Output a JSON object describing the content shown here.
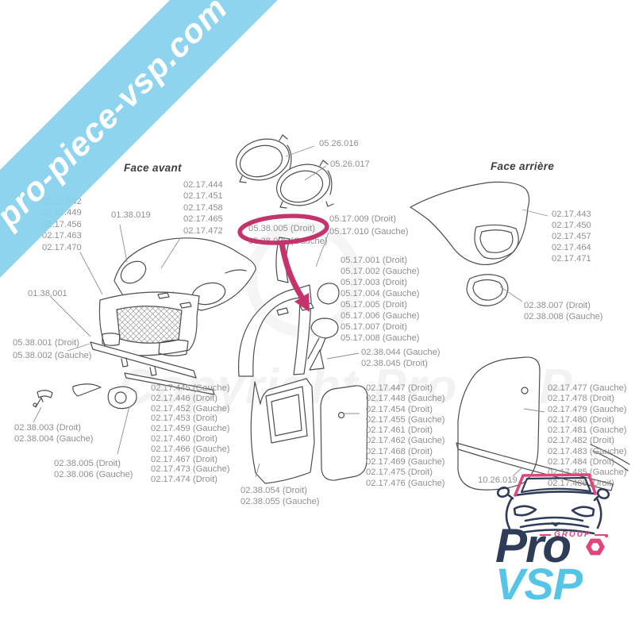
{
  "watermark": {
    "ribbon_text": "pro-piece-vsp.com",
    "copyright_text": "Copyright Pro VSP"
  },
  "colors": {
    "ribbon_blue": "#85d1ed",
    "highlight_pink": "#c5336d",
    "label_gray": "#8f8f8f",
    "line_gray": "#4d4d4d",
    "logo_navy": "#2e3c58",
    "logo_cyan": "#55c5e7",
    "logo_pink": "#e0457b"
  },
  "sections": {
    "front_label": "Face avant",
    "rear_label": "Face arrière"
  },
  "highlight": {
    "line1": "05.38.005 (Droit)",
    "line2": "05.38.006 (Gauche)"
  },
  "logo": {
    "group": "GROUP",
    "pro": "Pro",
    "vsp": "VSP"
  },
  "groups": {
    "front_left": [
      "02.17.442",
      "02.17.449",
      "02.17.456",
      "02.17.463",
      "02.17.470"
    ],
    "hood": [
      "01.38.019"
    ],
    "front_mid": [
      "02.17.444",
      "02.17.451",
      "02.17.458",
      "02.17.465",
      "02.17.472"
    ],
    "headlight1": [
      "05.26.016"
    ],
    "headlight2": [
      "05.26.017"
    ],
    "pillar_top": [
      "05.17.009 (Droit)",
      "05.17.010 (Gauche)"
    ],
    "pillar_list": [
      "05.17.001 (Droit)",
      "05.17.002 (Gauche)",
      "05.17.003 (Droit)",
      "05.17.004 (Gauche)",
      "05.17.005 (Droit)",
      "05.17.006 (Gauche)",
      "05.17.007 (Droit)",
      "05.17.008 (Gauche)"
    ],
    "bumper": [
      "01.38.001"
    ],
    "bumper_strip": [
      "05.38.001 (Droit)",
      "05.38.002 (Gauche)"
    ],
    "clip_a": [
      "02.38.003 (Droit)",
      "02.38.004 (Gauche)"
    ],
    "clip_b": [
      "02.38.005 (Droit)",
      "02.38.006 (Gauche)"
    ],
    "door_left_list": [
      "02.17.445 (Gauche)",
      "02.17.446 (Droit)",
      "02.17.452 (Gauche)",
      "02.17.453 (Droit)",
      "02.17.459 (Gauche)",
      "02.17.460 (Droit)",
      "02.17.466 (Gauche)",
      "02.17.467 (Droit)",
      "02.17.473 (Gauche)",
      "02.17.474 (Droit)"
    ],
    "door_small": [
      "02.38.044 (Gauche)",
      "02.38.045 (Droit)"
    ],
    "door_bottom": [
      "02.38.054 (Droit)",
      "02.38.055 (Gauche)"
    ],
    "door_mid_list": [
      "02.17.447 (Droit)",
      "02.17.448 (Gauche)",
      "02.17.454 (Droit)",
      "02.17.455 (Gauche)",
      "02.17.461 (Droit)",
      "02.17.462 (Gauche)",
      "02.17.468 (Droit)",
      "02.17.469 (Gauche)",
      "02.17.475 (Droit)",
      "02.17.476 (Gauche)"
    ],
    "rear_right": [
      "02.17.443",
      "02.17.450",
      "02.17.457",
      "02.17.464",
      "02.17.471"
    ],
    "fog_rear": [
      "02.38.007 (Droit)",
      "02.38.008 (Gauche)"
    ],
    "door_right_list": [
      "02.17.477 (Gauche)",
      "02.17.478 (Droit)",
      "02.17.479 (Gauche)",
      "02.17.480 (Droit)",
      "02.17.481 (Gauche)",
      "02.17.482 (Droit)",
      "02.17.483 (Gauche)",
      "02.17.484 (Droit)",
      "02.17.485 (Gauche)",
      "02.17.486 (Droit)"
    ],
    "windshield_trim": [
      "10.26.019"
    ]
  }
}
